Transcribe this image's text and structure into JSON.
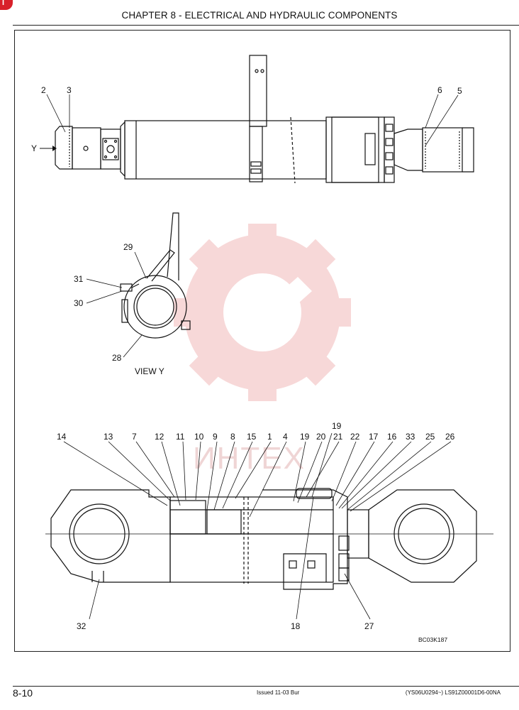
{
  "header": {
    "title": "CHAPTER 8 - ELECTRICAL AND HYDRAULIC COMPONENTS"
  },
  "corner_mark": "I",
  "watermark_text": "ИНТЕХ",
  "top_view": {
    "y_arrow_label": "Y",
    "callouts": [
      "2",
      "3",
      "6",
      "5"
    ]
  },
  "view_y": {
    "label": "VIEW Y",
    "callouts": [
      "29",
      "31",
      "30",
      "28"
    ]
  },
  "section_view": {
    "callouts_top": [
      "14",
      "13",
      "7",
      "12",
      "11",
      "10",
      "9",
      "8",
      "15",
      "1",
      "4",
      "19",
      "20",
      "21",
      "22",
      "17",
      "16",
      "33",
      "25",
      "26"
    ],
    "callout_19_upper": "19",
    "callouts_bottom": [
      "32",
      "18",
      "27"
    ]
  },
  "figure_code": "BC03K187",
  "footer": {
    "page": "8-10",
    "issued": "Issued 11-03   Bur",
    "code": "(YS06U0294~)   LS91Z00001D6-00NA"
  }
}
